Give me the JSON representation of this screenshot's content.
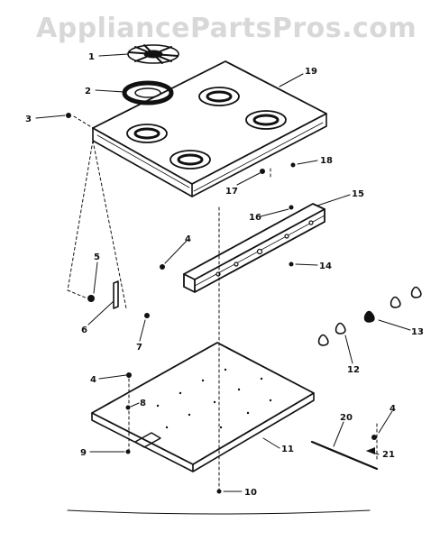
{
  "watermark": "AppliancePartsPros.com",
  "callouts": [
    "1",
    "2",
    "3",
    "19",
    "4",
    "5",
    "18",
    "17",
    "16",
    "15",
    "6",
    "7",
    "14",
    "13",
    "12",
    "4",
    "8",
    "9",
    "11",
    "20",
    "4",
    "21",
    "10"
  ]
}
